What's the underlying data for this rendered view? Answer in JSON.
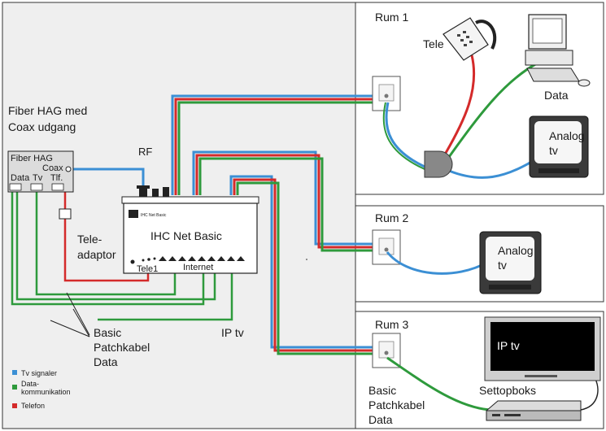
{
  "colors": {
    "tv": "#3b8fd4",
    "data": "#2e9a3c",
    "telefon": "#d42a2a",
    "panel_bg": "#efefef",
    "room_bg": "#ffffff"
  },
  "hag": {
    "caption_line1": "Fiber HAG med",
    "caption_line2": "Coax udgang",
    "box_title": "Fiber HAG",
    "coax_label": "Coax",
    "port_data": "Data",
    "port_tv": "Tv",
    "port_tlf": "Tlf."
  },
  "rf_label": "RF",
  "tele_adaptor": {
    "line1": "Tele-",
    "line2": "adaptor"
  },
  "ihc": {
    "title": "IHC Net Basic",
    "logo_text": "IHC Net Basic",
    "tele1_label": "Tele1",
    "internet_label": "Internet"
  },
  "patch_label": {
    "line1": "Basic",
    "line2": "Patchkabel",
    "line3": "Data"
  },
  "iptv_label": "IP tv",
  "legend": {
    "tv": "Tv signaler",
    "data_line1": "Data-",
    "data_line2": "kommunikation",
    "telefon": "Telefon"
  },
  "rum1": {
    "title": "Rum 1",
    "tele_label": "Tele",
    "data_label": "Data",
    "tv_line1": "Analog",
    "tv_line2": "tv"
  },
  "rum2": {
    "title": "Rum 2",
    "tv_line1": "Analog",
    "tv_line2": "tv"
  },
  "rum3": {
    "title": "Rum 3",
    "patch_line1": "Basic",
    "patch_line2": "Patchkabel",
    "patch_line3": "Data",
    "settop_label": "Settopboks",
    "screen_label": "IP tv"
  }
}
